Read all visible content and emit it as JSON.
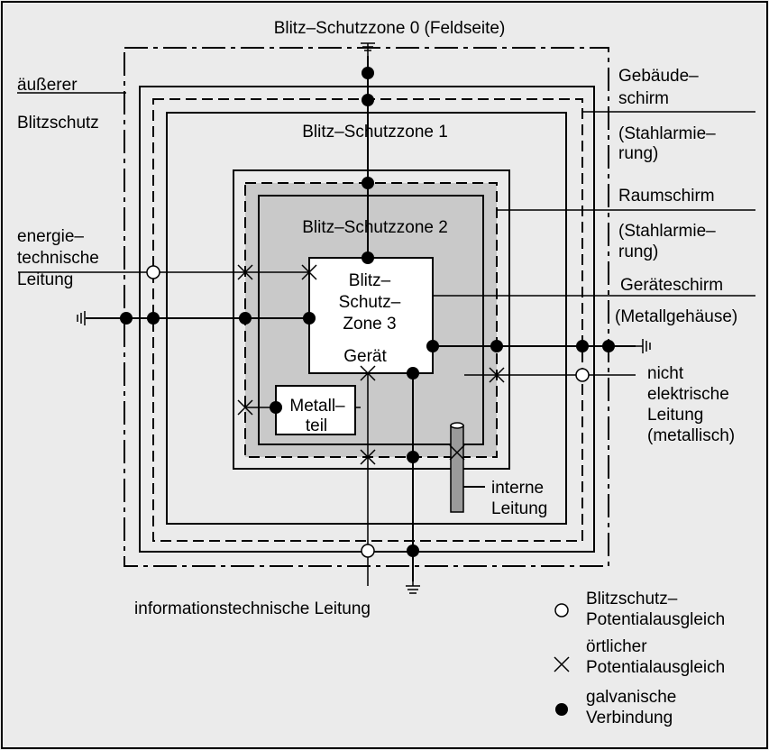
{
  "labels": {
    "zone0": "Blitz–Schutzzone 0 (Feldseite)",
    "zone1": "Blitz–Schutzzone 1",
    "zone2": "Blitz–Schutzzone 2",
    "zone3": [
      "Blitz–",
      "Schutz–",
      "Zone 3"
    ],
    "device": "Gerät",
    "metal_part": [
      "Metall–",
      "teil"
    ],
    "outer_protection": [
      "äußerer",
      "Blitzschutz"
    ],
    "building_shield": [
      "Gebäude–",
      "schirm",
      "(Stahlarmie–",
      "rung)"
    ],
    "room_shield": [
      "Raumschirm",
      "(Stahlarmie–",
      "rung)"
    ],
    "device_shield": [
      "Geräteschirm",
      "(Metallgehäuse)"
    ],
    "energy_line": [
      "energie–",
      "technische",
      "Leitung"
    ],
    "nonelectric_line": [
      "nicht",
      "elektrische",
      "Leitung",
      "(metallisch)"
    ],
    "internal_line": [
      "interne",
      "Leitung"
    ],
    "info_line": "informationstechnische Leitung"
  },
  "legend": [
    {
      "symbol": "open-circle-icon",
      "lines": [
        "Blitzschutz–",
        "Potentialausgleich"
      ]
    },
    {
      "symbol": "cross-icon",
      "lines": [
        "örtlicher",
        "Potentialausgleich"
      ]
    },
    {
      "symbol": "filled-circle-icon",
      "lines": [
        "galvanische",
        "Verbindung"
      ]
    }
  ],
  "colors": {
    "background": "#ebebeb",
    "zone2_fill": "#c9c9c9",
    "stroke": "#000000",
    "device_fill": "#ffffff"
  }
}
